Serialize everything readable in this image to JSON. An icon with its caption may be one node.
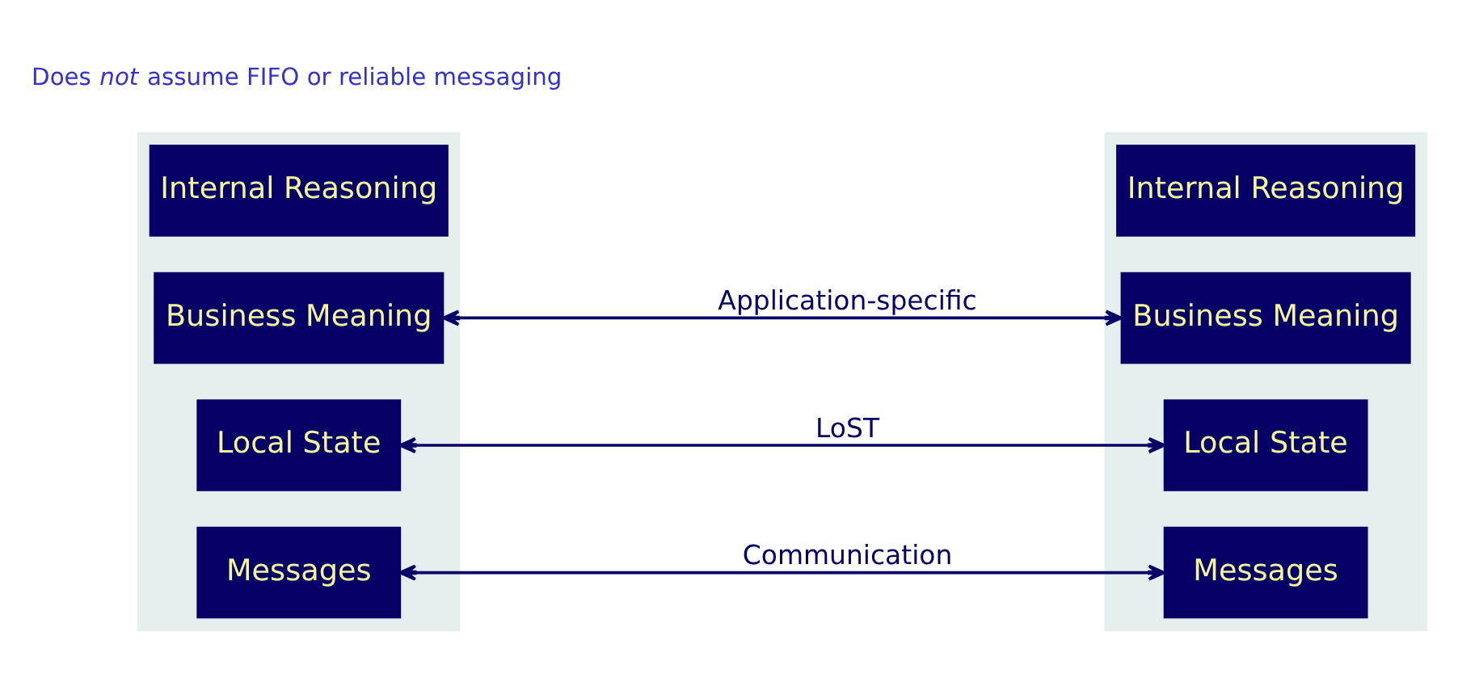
{
  "diagram": {
    "nodes": [
      {
        "text": [],
        "shape": "box"
      },
      {
        "text": [
          "Internal Reasoning"
        ],
        "in": 0
      },
      {
        "text": [
          "Business Meaning"
        ],
        "in": 0
      },
      {
        "text": [
          "Local State"
        ],
        "in": 0
      },
      {
        "text": [
          "Messages"
        ],
        "in": 0
      },
      {
        "text": [],
        "shape": "box"
      },
      {
        "text": [
          "Internal Reasoning"
        ],
        "in": 5
      },
      {
        "text": [
          "Business Meaning"
        ],
        "in": 5
      },
      {
        "text": [
          "Local State"
        ],
        "in": 5
      },
      {
        "text": [
          "Messages"
        ],
        "in": 5
      }
    ],
    "edges": [
      {
        "from": 2,
        "to": 7,
        "arrow": "both",
        "label": "Application-specific"
      },
      {
        "from": 3,
        "to": 8,
        "arrow": "both",
        "label": "LoST"
      },
      {
        "from": 4,
        "to": 9,
        "arrow": "both",
        "label": "Communication"
      }
    ],
    "labels": [
      "Does *not* assume FIFO or reliable messaging"
    ]
  }
}
